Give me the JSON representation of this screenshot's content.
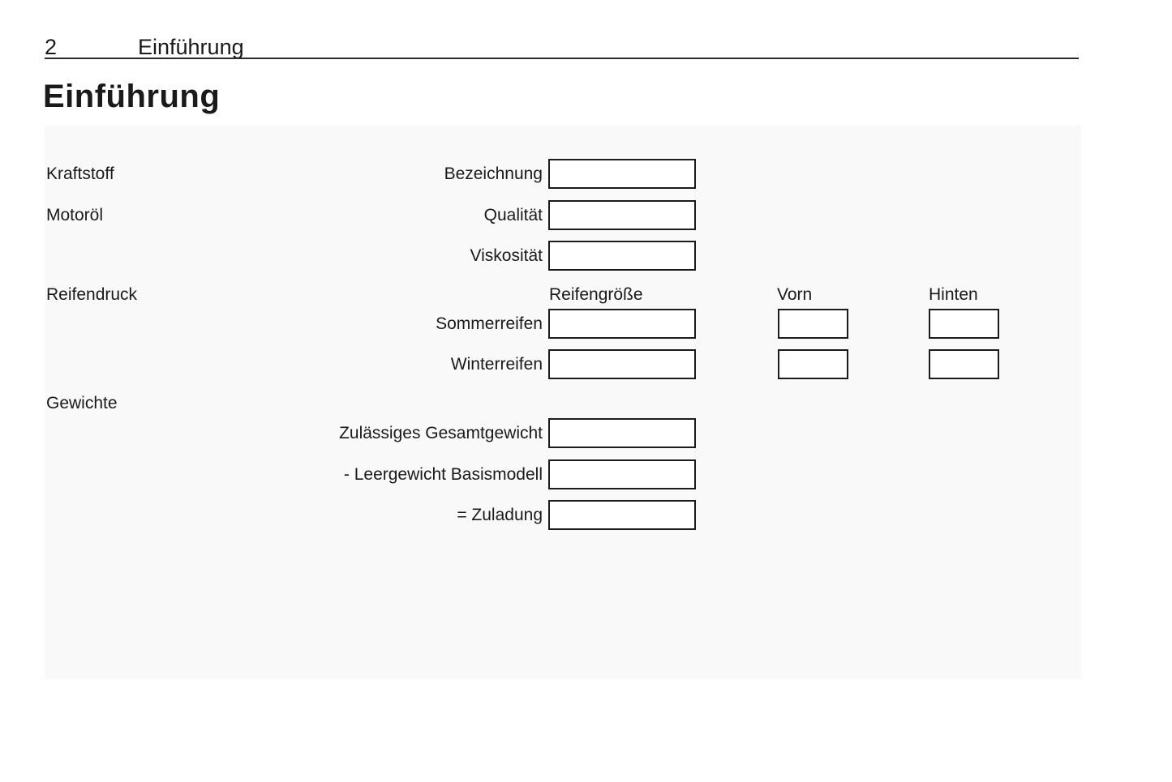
{
  "header": {
    "page_number": "2",
    "chapter_title": "Einführung"
  },
  "page_title": "Einführung",
  "service_panel": {
    "sections": {
      "fuel_label": "Kraftstoff",
      "engine_oil_label": "Motoröl",
      "tire_pressure_label": "Reifendruck",
      "weights_label": "Gewichte"
    },
    "fields": {
      "designation_label": "Bezeichnung",
      "quality_label": "Qualität",
      "viscosity_label": "Viskosität",
      "summer_tires_label": "Sommerreifen",
      "winter_tires_label": "Winterreifen",
      "gross_weight_label": "Zulässiges Gesamtgewicht",
      "curb_weight_label": "- Leergewicht Basismodell",
      "payload_label": "= Zuladung"
    },
    "columns": {
      "tire_size_label": "Reifengröße",
      "front_label": "Vorn",
      "rear_label": "Hinten"
    },
    "values": {
      "designation": "",
      "quality": "",
      "viscosity": "",
      "summer_tire_size": "",
      "summer_front": "",
      "summer_rear": "",
      "winter_tire_size": "",
      "winter_front": "",
      "winter_rear": "",
      "gross_weight": "",
      "curb_weight": "",
      "payload": ""
    }
  }
}
